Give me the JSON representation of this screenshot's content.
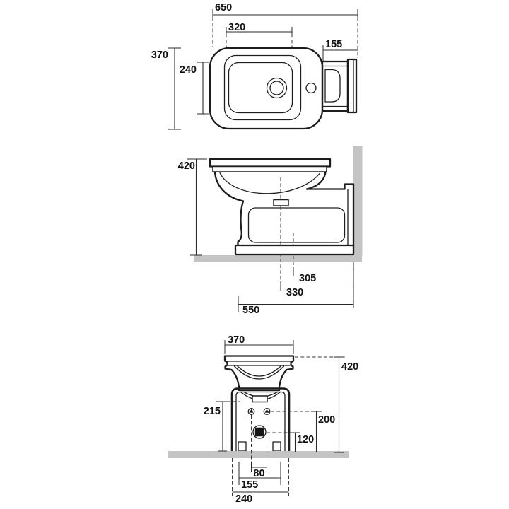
{
  "drawing": {
    "kind": "technical-dimension-drawing",
    "subject": "floor-standing bidet, three orthographic views",
    "units": "mm"
  },
  "colors": {
    "background": "#ffffff",
    "line": "#1d1d1d",
    "dimension": "#2a2a2a",
    "wall_floor_surface": "#c4c4c4",
    "drain_fill": "#161616"
  },
  "views": {
    "top": {
      "dims": {
        "overall_width": "650",
        "bowl_width": "320",
        "spigot_depth": "155",
        "overall_depth": "370",
        "bowl_depth": "240"
      }
    },
    "side": {
      "dims": {
        "rim_height": "420",
        "outlet_to_wall": "305",
        "drain_to_wall": "330",
        "front_to_wall": "550"
      }
    },
    "front": {
      "dims": {
        "rim_width": "370",
        "rim_height": "420",
        "inlet_height": "215",
        "bolt_height": "200",
        "drain_height": "120",
        "bolt_spacing": "80",
        "base_inner_width": "155",
        "base_outer_width": "240"
      }
    }
  }
}
